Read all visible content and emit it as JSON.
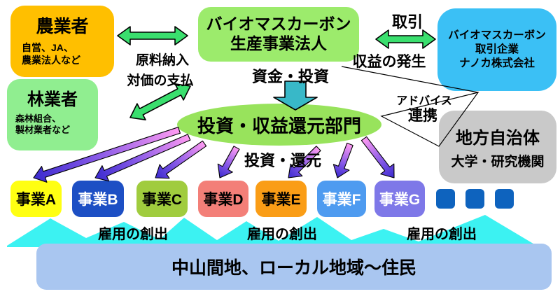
{
  "colors": {
    "background": "#FFFFFF",
    "farmers_bg": "#FFBF00",
    "foresters_bg": "#90EE90",
    "producer_bg": "#9CEB6C",
    "trader_bg": "#3BC0F5",
    "government_bg": "#C9C9C9",
    "fund_bg": "#98E35C",
    "community_bg": "#A9C6F0",
    "band": "#3CF2F2",
    "arrow_green": "#3ADF6E",
    "arrow_teal": "#38B8C8",
    "arrow_purple_tail": "#FF9BF2",
    "arrow_purple_mid": "#8A5BE8",
    "arrow_purple_head": "#3A2ACF",
    "placeholder_square": "#0E63BE",
    "line": "#000000"
  },
  "nodes": {
    "farmers": {
      "title": "農業者",
      "subtitle": "自営、JA、\n農業法人など"
    },
    "foresters": {
      "title": "林業者",
      "subtitle": "森林組合、\n製材業者など"
    },
    "producer": {
      "title": "バイオマスカーボン\n生産事業法人"
    },
    "trader": {
      "title": "バイオマスカーボン\n取引企業\nナノカ株式会社"
    },
    "government": {
      "line1": "地方自治体",
      "line2": "大学・研究機関"
    },
    "fund": {
      "title": "投資・収益還元部門"
    },
    "community": {
      "title": "中山間地、ローカル地域～住民"
    }
  },
  "edge_labels": {
    "trade": "取引",
    "material_delivery": "原料納入",
    "payment": "対価の支払",
    "funds_investment": "資金・投資",
    "profit_generation": "収益の発生",
    "advice": "アドバイス",
    "cooperation": "連携",
    "investment_return": "投資・還元",
    "job_creation": "雇用の創出"
  },
  "businesses": [
    {
      "label": "事業A",
      "bg": "#FFFF12",
      "fg": "#000000"
    },
    {
      "label": "事業B",
      "bg": "#1D4FC4",
      "fg": "#FFFFFF"
    },
    {
      "label": "事業C",
      "bg": "#A0CC3E",
      "fg": "#000000"
    },
    {
      "label": "事業D",
      "bg": "#F37F78",
      "fg": "#000000"
    },
    {
      "label": "事業E",
      "bg": "#FA9D16",
      "fg": "#000000"
    },
    {
      "label": "事業F",
      "bg": "#4E9BF0",
      "fg": "#FFFFFF"
    },
    {
      "label": "事業G",
      "bg": "#7E78E8",
      "fg": "#FFFFFF"
    }
  ],
  "placeholder_square_count": 3
}
